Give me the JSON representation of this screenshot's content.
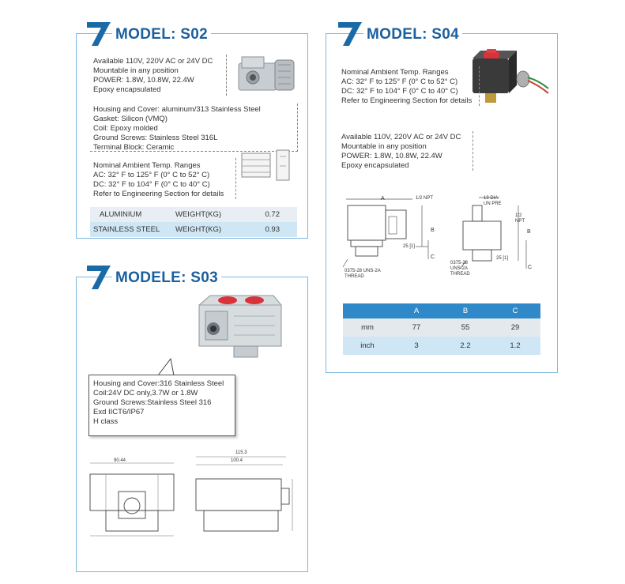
{
  "s02": {
    "title": "MODEL: S02",
    "features": [
      "Available 110V, 220V AC or 24V DC",
      "Mountable in any position",
      "POWER: 1.8W, 10.8W, 22.4W",
      "Epoxy encapsulated"
    ],
    "materials": [
      "Housing and Cover: aluminum/313 Stainless Steel",
      "Gasket: Silicon (VMQ)",
      "Coil: Epoxy molded",
      "Ground Screws: Stainless Steel 316L",
      "Terminal Block: Ceramic"
    ],
    "ambient": [
      "Nominal Ambient Temp. Ranges",
      "AC: 32° F to 125° F (0° C to 52° C)",
      "DC: 32° F to 104° F (0° C to 40° C)",
      "Refer to Engineering Section for details"
    ],
    "weights": [
      {
        "material": "ALUMINIUM",
        "label": "WEIGHT(KG)",
        "value": "0.72"
      },
      {
        "material": "STAINLESS STEEL",
        "label": "WEIGHT(KG)",
        "value": "0.93"
      }
    ],
    "colors": {
      "row1": "#e8eef4",
      "row2": "#cfe6f5"
    }
  },
  "s03": {
    "title": "MODELE: S03",
    "specs": [
      "Housing and Cover:316 Stainless Steel",
      "Coil:24V DC only,3.7W or 1.8W",
      "Ground Screws:Stainless Steel 316",
      "Exd IICT6/IP67",
      "H class"
    ],
    "dims": {
      "top_a": "90.44",
      "top_b": "115.3",
      "top_c": "100.4"
    }
  },
  "s04": {
    "title": "MODEL: S04",
    "ambient": [
      "Nominal Ambient Temp. Ranges",
      "AC: 32° F to 125° F (0° C to 52° C)",
      "DC: 32° F to 104° F (0° C to 40° C)",
      "Refer to Engineering Section for details"
    ],
    "features": [
      "Available 110V, 220V AC or 24V DC",
      "Mountable in any position",
      "POWER: 1.8W, 10.8W, 22.4W",
      "Epoxy encapsulated"
    ],
    "drawing_labels": {
      "a": "A",
      "b": "B",
      "c": "C",
      "npt": "1/2 NPT",
      "dim25": "25 [1]",
      "thread": "0375-28 UNS-2A\nTHREAD",
      "side_top": "19 DIA\nUN PRE",
      "side_npt": "1/2\nNPT",
      "side_thread": "0375-28\nUNS-2A\nTHREAD",
      "side_25": "25 [1]"
    },
    "table": {
      "headers": [
        "",
        "A",
        "B",
        "C"
      ],
      "rows": [
        [
          "mm",
          "77",
          "55",
          "29"
        ],
        [
          "inch",
          "3",
          "2.2",
          "1.2"
        ]
      ]
    },
    "colors": {
      "header": "#2f88c8",
      "row1": "#e4e9ee",
      "row2": "#cfe6f5"
    }
  },
  "brand_color": "#1a5f9e"
}
